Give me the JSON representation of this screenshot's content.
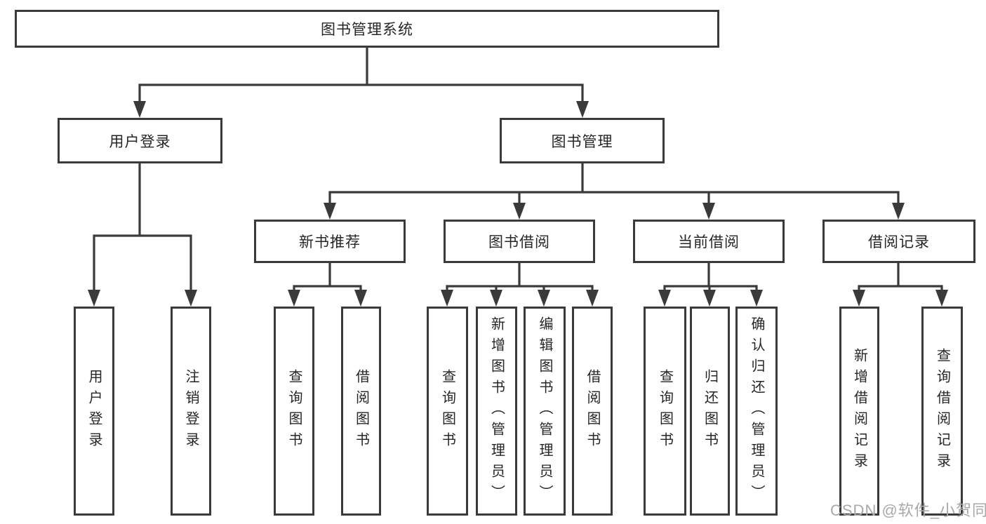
{
  "title": "图书管理系统",
  "watermark": "CSDN @软件_小贺同学",
  "colors": {
    "line": "#3a3a3a",
    "box_border": "#3a3a3a",
    "box_bg": "#ffffff",
    "text": "#262626",
    "watermark": "#a8a8a8",
    "page_bg": "#ffffff"
  },
  "tree": {
    "root": {
      "label": "图书管理系统"
    },
    "branches": [
      {
        "label": "用户登录",
        "children": [
          {
            "label": "用户登录"
          },
          {
            "label": "注销登录"
          }
        ]
      },
      {
        "label": "图书管理",
        "children": [
          {
            "label": "新书推荐",
            "children": [
              {
                "label": "查询图书"
              },
              {
                "label": "借阅图书"
              }
            ]
          },
          {
            "label": "图书借阅",
            "children": [
              {
                "label": "查询图书"
              },
              {
                "label": "新增图书（管理员）"
              },
              {
                "label": "编辑图书（管理员）"
              },
              {
                "label": "借阅图书"
              }
            ]
          },
          {
            "label": "当前借阅",
            "children": [
              {
                "label": "查询图书"
              },
              {
                "label": "归还图书"
              },
              {
                "label": "确认归还（管理员）"
              }
            ]
          },
          {
            "label": "借阅记录",
            "children": [
              {
                "label": "新增借阅记录"
              },
              {
                "label": "查询借阅记录"
              }
            ]
          }
        ]
      }
    ]
  }
}
